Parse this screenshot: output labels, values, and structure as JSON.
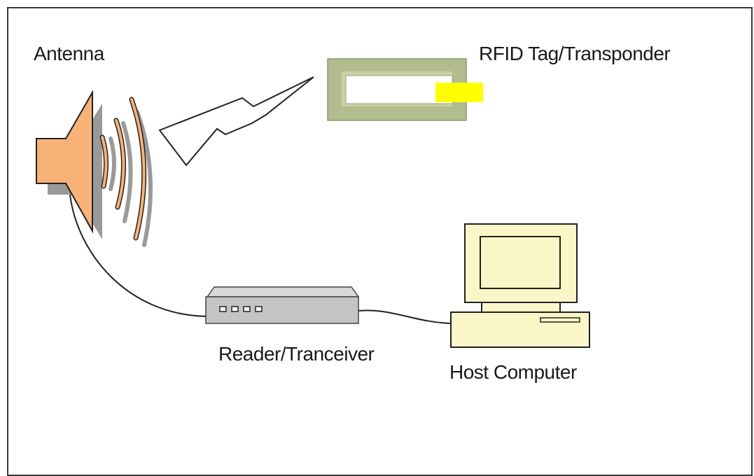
{
  "labels": {
    "antenna": "Antenna",
    "tag": "RFID Tag/Transponder",
    "reader": "Reader/Tranceiver",
    "host": "Host Computer"
  },
  "colors": {
    "antenna_fill": "#f7b277",
    "tag_frame": "#b3bc8f",
    "tag_chip": "#ffff00",
    "reader_body": "#c4c4c4",
    "computer_fill": "#fbf6c7"
  }
}
